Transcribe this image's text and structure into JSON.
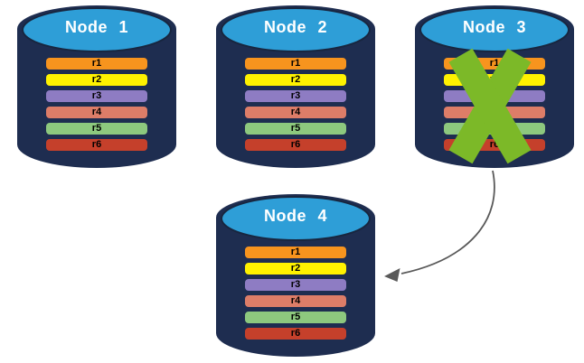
{
  "diagram": {
    "background_color": "#FFFFFF",
    "palette": {
      "cylinder_body": "#1E2D50",
      "cylinder_top": "#2E9ED7",
      "cylinder_top_stroke": "#18263F",
      "failure_x_color": "#7CB928",
      "arrow_color": "#595959",
      "node_label_color": "#FFFFFF",
      "record_label_color": "#000000"
    },
    "nodes": [
      {
        "id": "node-1",
        "label": "Node 1",
        "failed": false,
        "records": [
          {
            "label": "r1",
            "color": "#F7941E"
          },
          {
            "label": "r2",
            "color": "#FFF200"
          },
          {
            "label": "r3",
            "color": "#8E7CC3"
          },
          {
            "label": "r4",
            "color": "#DD7D68"
          },
          {
            "label": "r5",
            "color": "#8DC87E"
          },
          {
            "label": "r6",
            "color": "#C5402B"
          }
        ]
      },
      {
        "id": "node-2",
        "label": "Node 2",
        "failed": false,
        "records": [
          {
            "label": "r1",
            "color": "#F7941E"
          },
          {
            "label": "r2",
            "color": "#FFF200"
          },
          {
            "label": "r3",
            "color": "#8E7CC3"
          },
          {
            "label": "r4",
            "color": "#DD7D68"
          },
          {
            "label": "r5",
            "color": "#8DC87E"
          },
          {
            "label": "r6",
            "color": "#C5402B"
          }
        ]
      },
      {
        "id": "node-3",
        "label": "Node 3",
        "failed": true,
        "records": [
          {
            "label": "r1",
            "color": "#F7941E"
          },
          {
            "label": "r2",
            "color": "#FFF200"
          },
          {
            "label": "r3",
            "color": "#8E7CC3"
          },
          {
            "label": "r4",
            "color": "#DD7D68"
          },
          {
            "label": "r5",
            "color": "#8DC87E"
          },
          {
            "label": "r6",
            "color": "#C5402B"
          }
        ]
      },
      {
        "id": "node-4",
        "label": "Node 4",
        "failed": false,
        "records": [
          {
            "label": "r1",
            "color": "#F7941E"
          },
          {
            "label": "r2",
            "color": "#FFF200"
          },
          {
            "label": "r3",
            "color": "#8E7CC3"
          },
          {
            "label": "r4",
            "color": "#DD7D68"
          },
          {
            "label": "r5",
            "color": "#8DC87E"
          },
          {
            "label": "r6",
            "color": "#C5402B"
          }
        ]
      }
    ],
    "arrow": {
      "from": "node-3",
      "to": "node-4"
    }
  }
}
